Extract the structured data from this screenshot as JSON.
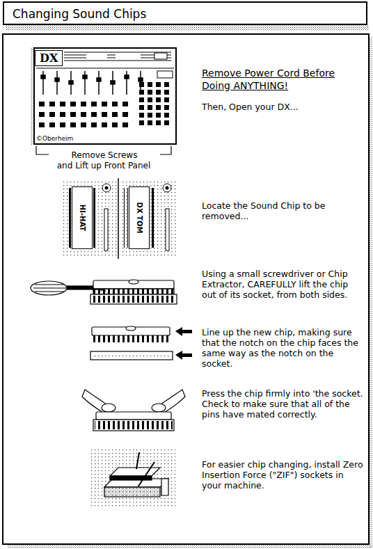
{
  "diagram": {
    "title": "Changing Sound Chips",
    "nodes": [
      {
        "text": [
          "DX",
          "©Oberheim"
        ]
      },
      {
        "text": [
          "HI-HAT"
        ]
      },
      {
        "text": [
          "DX TOM"
        ]
      }
    ],
    "labels": [
      "Remove Screws",
      "and Lift up Front Panel",
      "Remove Power Cord Before Doing ANYTHING!",
      "Then, Open your DX...",
      "Locate the Sound Chip to be removed...",
      "Using a small screwdriver or Chip Extractor, CAREFULLY lift the chip out of its socket, from both sides.",
      "Line up the new chip, making sure that the notch on the chip faces the same way as the notch on the socket.",
      "Press the chip firmly into 'the socket. Check to make sure that all of the pins have mated correctly.",
      "For easier chip changing, install Zero Insertion Force (\"ZIF\") sockets in your machine."
    ]
  }
}
